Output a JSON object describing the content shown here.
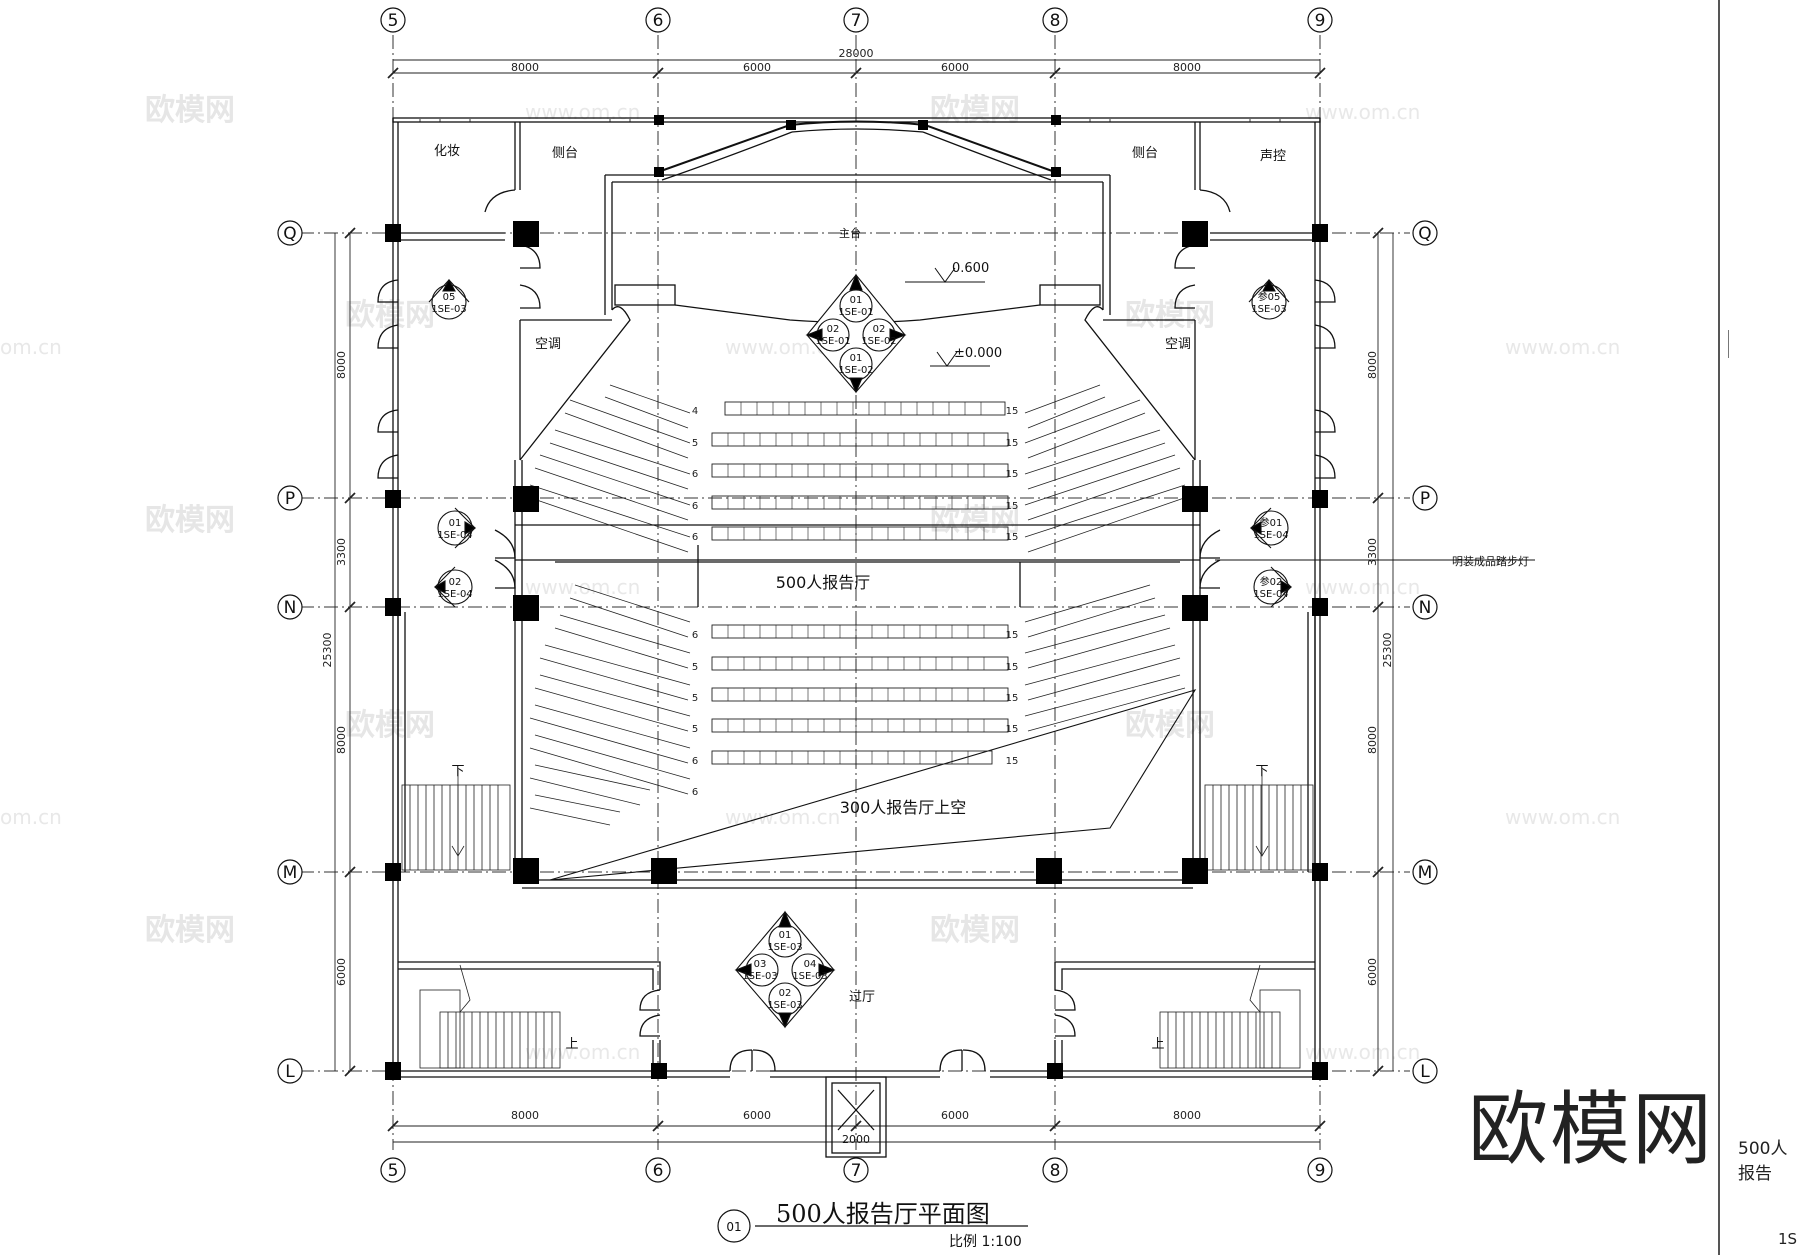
{
  "title": "500人报告厅平面图",
  "title_number": "01",
  "scale_text": "比例  1:100",
  "axes_vertical": [
    "5",
    "6",
    "7",
    "8",
    "9"
  ],
  "axes_horizontal": [
    "Q",
    "P",
    "N",
    "M",
    "L"
  ],
  "dims_top_total": "28000",
  "dims_top": [
    "8000",
    "6000",
    "6000",
    "8000"
  ],
  "dims_bottom": [
    "8000",
    "6000",
    "6000",
    "8000"
  ],
  "dims_side_total": "25300",
  "dims_side": [
    "8000",
    "3300",
    "8000",
    "6000"
  ],
  "rooms": {
    "makeup": "化妆",
    "side_stage_left": "侧台",
    "side_stage_right": "侧台",
    "sound_control": "声控",
    "main_stage": "主台",
    "ac_left": "空调",
    "ac_right": "空调",
    "hall_500": "500人报告厅",
    "hall_300_void": "300人报告厅上空",
    "lobby": "过厅",
    "stair_down": "下",
    "stair_up": "上"
  },
  "levels": {
    "stage": "0.600",
    "floor": "±0.000"
  },
  "annotation_step_light": "明装成品踏步灯",
  "row_numbers": {
    "upper_left": [
      "4",
      "5",
      "6",
      "6",
      "6"
    ],
    "upper_right": [
      "15",
      "15",
      "15",
      "15",
      "15"
    ],
    "lower_left": [
      "6",
      "5",
      "5",
      "5",
      "6",
      "6"
    ],
    "lower_right": [
      "15",
      "15",
      "15",
      "15",
      "15"
    ]
  },
  "elevation_marks": {
    "stage_center": [
      "01",
      "1SE-01",
      "02",
      "1SE-01",
      "02",
      "1SE-02",
      "01",
      "1SE-02"
    ],
    "lobby_center": [
      "01",
      "1SE-03",
      "03",
      "1SE-03",
      "04",
      "1SE-03",
      "02",
      "1SE-03"
    ],
    "left_upper": [
      "05",
      "1SE-03"
    ],
    "right_upper": [
      "参05",
      "1SE-03"
    ],
    "left_mid_1": [
      "01",
      "1SE-04"
    ],
    "left_mid_2": [
      "02",
      "1SE-04"
    ],
    "right_mid_1": [
      "参01",
      "1SE-04"
    ],
    "right_mid_2": [
      "参02",
      "1SE-04"
    ]
  },
  "entrance_dim": "2000",
  "watermark_logo": "欧模网",
  "watermark_url": "www.om.cn",
  "watermark_url_short": "om.cn",
  "brand_logo": "欧模网",
  "right_caption": "500人报告",
  "right_code": "1S"
}
